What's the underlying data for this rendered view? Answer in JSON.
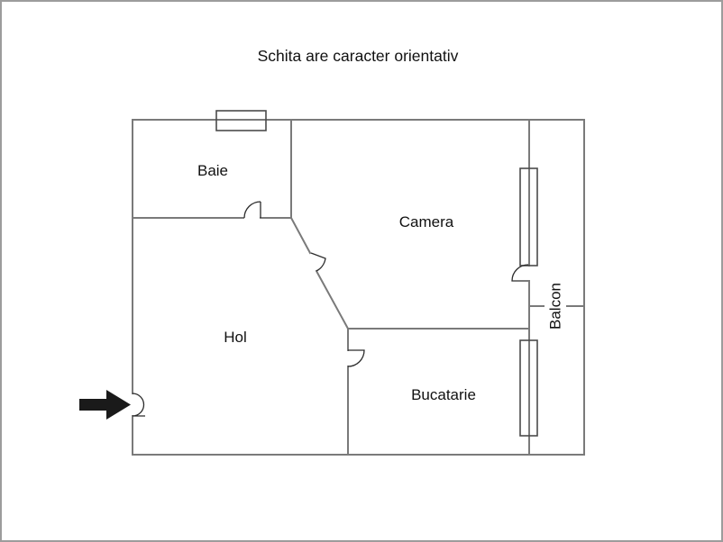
{
  "title": "Schita are caracter orientativ",
  "rooms": {
    "bathroom": "Baie",
    "living_room": "Camera",
    "hall": "Hol",
    "kitchen": "Bucatarie",
    "balcony": "Balcon"
  },
  "colors": {
    "wall": "#7a7a7a",
    "window": "#4b4b4b",
    "door": "#2b2b2b",
    "arrow": "#1a1a1a",
    "text": "#111111",
    "frame": "#9c9c9c",
    "background": "#ffffff"
  }
}
